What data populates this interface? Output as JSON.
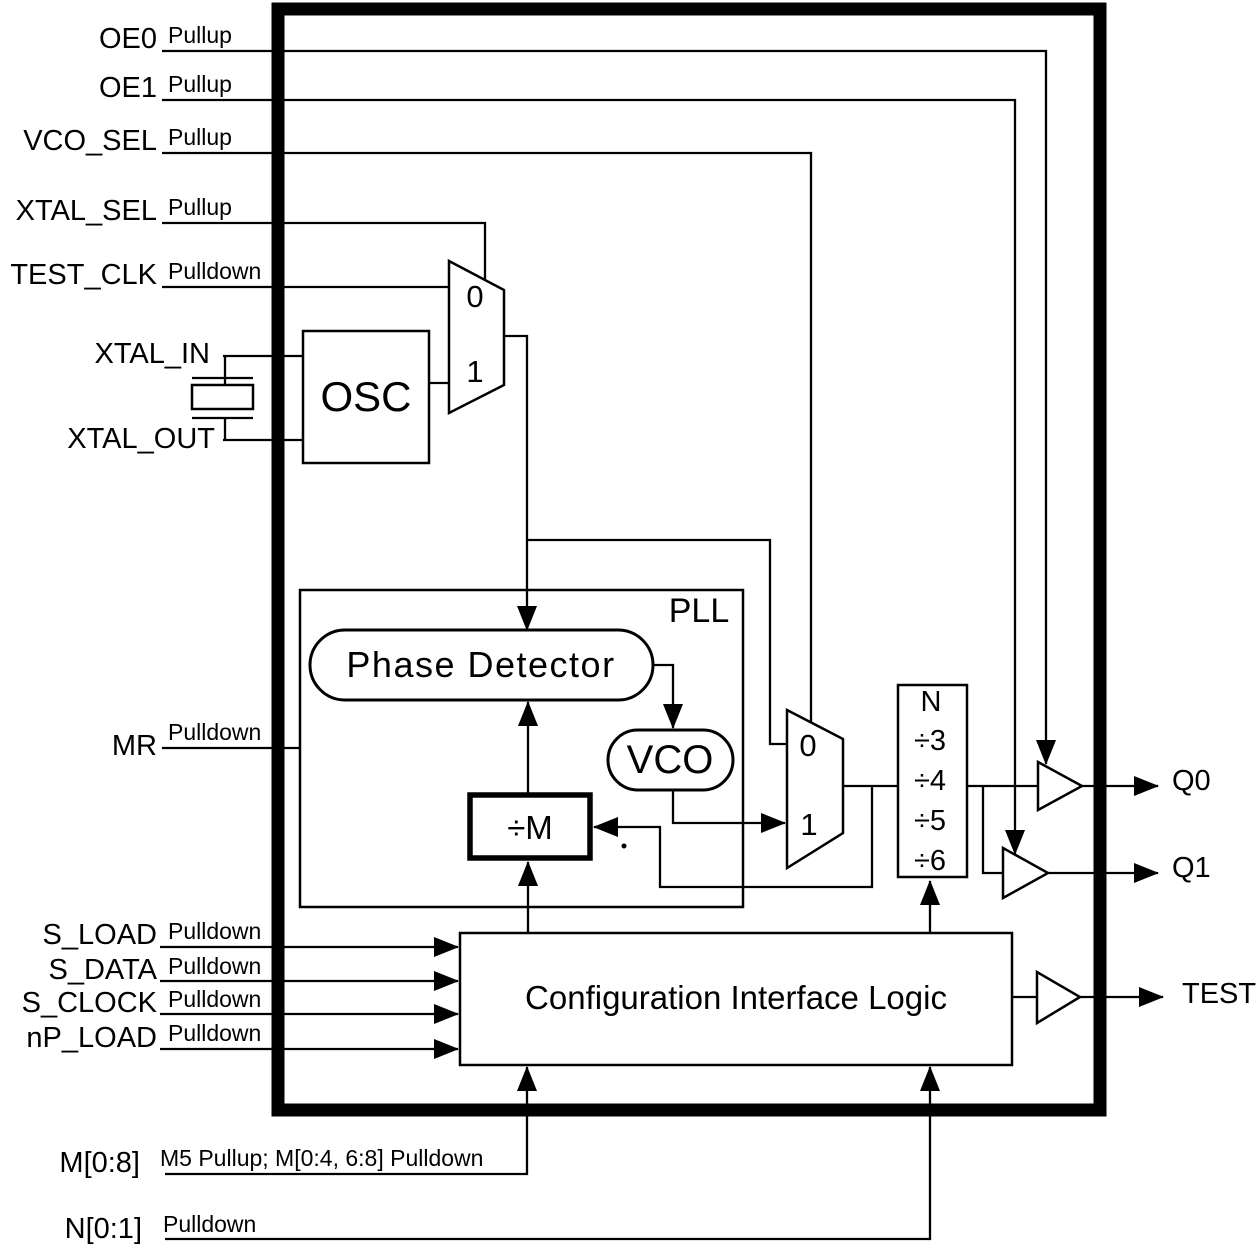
{
  "diagram": {
    "signals": [
      {
        "label": "OE0",
        "annotation": "Pullup"
      },
      {
        "label": "OE1",
        "annotation": "Pullup"
      },
      {
        "label": "VCO_SEL",
        "annotation": "Pullup"
      },
      {
        "label": "XTAL_SEL",
        "annotation": "Pullup"
      },
      {
        "label": "TEST_CLK",
        "annotation": "Pulldown"
      },
      {
        "label": "XTAL_IN"
      },
      {
        "label": "XTAL_OUT"
      },
      {
        "label": "MR",
        "annotation": "Pulldown"
      },
      {
        "label": "S_LOAD",
        "annotation": "Pulldown"
      },
      {
        "label": "S_DATA",
        "annotation": "Pulldown"
      },
      {
        "label": "S_CLOCK",
        "annotation": "Pulldown"
      },
      {
        "label": "nP_LOAD",
        "annotation": "Pulldown"
      },
      {
        "label": "M[0:8]",
        "annotation": "M5 Pullup; M[0:4, 6:8] Pulldown"
      },
      {
        "label": "N[0:1]",
        "annotation": "Pulldown"
      }
    ],
    "outputs": [
      {
        "label": "Q0"
      },
      {
        "label": "Q1"
      },
      {
        "label": "TEST"
      }
    ],
    "blocks": {
      "osc": "OSC",
      "pll": "PLL",
      "phase_detector": "Phase Detector",
      "vco": "VCO",
      "m_divider": "÷M",
      "n_divider": {
        "title": "N",
        "ratios": [
          "÷3",
          "÷4",
          "÷5",
          "÷6"
        ]
      },
      "config_logic": "Configuration Interface Logic",
      "mux": {
        "input0": "0",
        "input1": "1"
      }
    }
  }
}
